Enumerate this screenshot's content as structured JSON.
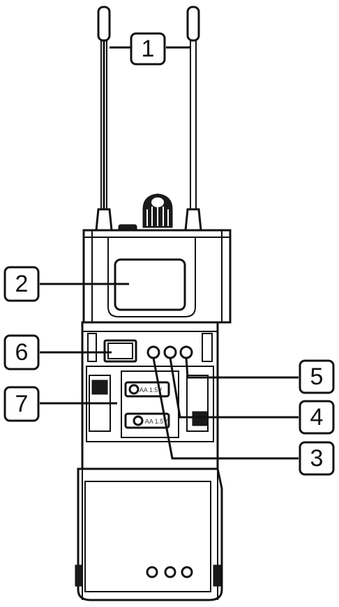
{
  "diagram": {
    "callouts": [
      {
        "id": "1",
        "label": "1"
      },
      {
        "id": "2",
        "label": "2"
      },
      {
        "id": "3",
        "label": "3"
      },
      {
        "id": "4",
        "label": "4"
      },
      {
        "id": "5",
        "label": "5"
      },
      {
        "id": "6",
        "label": "6"
      },
      {
        "id": "7",
        "label": "7"
      }
    ],
    "battery_labels": [
      "AA 1.5V",
      "AA 1.5V"
    ]
  }
}
